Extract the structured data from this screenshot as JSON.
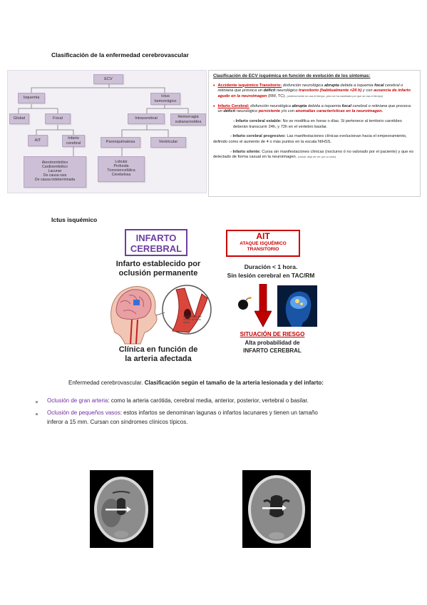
{
  "headings": {
    "classification": "Clasificación de la enfermedad cerebrovascular",
    "ictus": "Ictus isquémico"
  },
  "tree": {
    "ecv": "ECV",
    "isquemia": "Isquemia",
    "ictus_hemorragico": "Ictus hemorrágico",
    "global": "Global",
    "focal": "Focal",
    "intracerebral": "Intracerebral",
    "hemorragia_subaracnoidea": "Hemorragia subaracnoidea",
    "ait": "AIT",
    "infarto_cerebral": "Infarto cerebral",
    "parenquimatosa": "Parenquimatosa",
    "ventricular": "Ventricular",
    "etiologias": [
      "Aterotrombótico",
      "Cardioembólico",
      "Lacunar",
      "De causa rara",
      "De causa indeterminada"
    ],
    "localizaciones": [
      "Lobular",
      "Profunda",
      "Troncoencefálica",
      "Cerebelosa"
    ]
  },
  "ecv_panel": {
    "title": "Clasificación de ECV isquémica en función de evolución de los síntomas:",
    "ait_label": "Accidente isquémico Transitorio:",
    "ait_text_1": " disfunción neurológica ",
    "ait_abrupta": "abrupta",
    "ait_text_2": " debida a isquemia ",
    "ait_focal": "focal",
    "ait_text_3": " cerebral o retiniana que provoca un ",
    "ait_deficit": "déficit",
    "ait_text_4": " neurológico ",
    "ait_transitorio": "transitorio (habitualmente <24 h)",
    "ait_text_5": " y con ",
    "ait_ausencia": "ausencia de infarto agudo en la neuroimagen",
    "ait_text_6": " (RM, TC).",
    "ait_note": "(anteriormente se usa el tiempo, pero se ha cambiado por que se usa el tiempo)",
    "ic_label": "Infarto Cerebral:",
    "ic_text_1": " disfunción neurológica ",
    "ic_abrupta": "abrupta",
    "ic_text_2": " debida a isquemia ",
    "ic_focal": "focal",
    "ic_text_3": " cerebral o retiniana que provoca un ",
    "ic_deficit": "déficit",
    "ic_text_4": " neurológico ",
    "ic_persistente": "persistente",
    "ic_text_5": " y/o con ",
    "ic_anomalias": "anomalías características en la neuroimagen.",
    "estable_label": "- Infarto cerebral estable:",
    "estable_text": " No se modifica en horas o días. Si pertenece al territorio carotídeo deberán transcurrir 24h, y 72h en el vertebro basilar.",
    "progresivo_label": "- Infarto cerebral progresivo:",
    "progresivo_text": " Las manifestaciones clínicas evolucionan hacia el empeoramiento, definido como el aumento de 4 o más puntos en la escala NIHSS.",
    "silente_label": "- Infarto silente:",
    "silente_text": " Cursa sin manifestaciones clínicas (nocturno ó no valorado por el paciente) y que es detectado de forma casual en la neuroimagen.",
    "silente_note": "(visual, deja de ver por un lado)"
  },
  "infographic": {
    "infarto_title_1": "INFARTO",
    "infarto_title_2": "CEREBRAL",
    "infarto_sub_1": "Infarto establecido por",
    "infarto_sub_2": "oclusión permanente",
    "infarto_footer_1": "Clínica en función de",
    "infarto_footer_2": "la arteria afectada",
    "vessel_caption": "Blood clot in the middle cerebral artery",
    "ait_title": "AIT",
    "ait_sub_1": "ATAQUE ISQUÉMICO",
    "ait_sub_2": "TRANSITORIO",
    "duracion": "Duración < 1 hora.",
    "sin_lesion": "Sin lesión cerebral en TAC/RM",
    "riesgo": "SITUACIÓN DE RIESGO",
    "alta_1": "Alta probabilidad de",
    "alta_2": "INFARTO CEREBRAL"
  },
  "section": {
    "intro_plain": "Enfermedad cerebrovascular. ",
    "intro_bold": "Clasificación según el tamaño de la arteria lesionada y del infarto:",
    "item1_label": "Oclusión de gran arteria",
    "item1_text": ": como la arteria carótida, cerebral media, anterior, posterior, vertebral o basilar.",
    "item2_label": "Oclusión de pequeños vasos",
    "item2_text_1": ": estos infartos se denominan lagunas o infartos lacunares y tienen un tamaño",
    "item2_text_2": "inferor a 15 mm. Cursan con síndromes clínicos típicos."
  },
  "colors": {
    "purple": "#7030a0",
    "red": "#c00000",
    "node": "#cdbfd6"
  }
}
